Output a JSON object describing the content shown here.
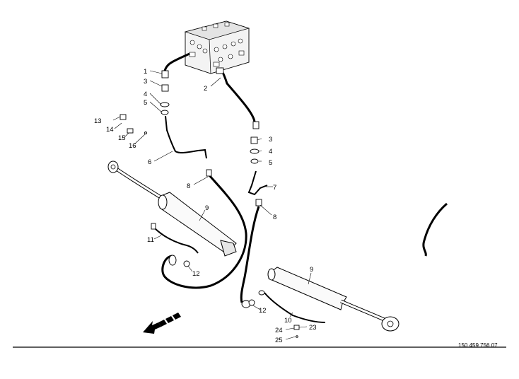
{
  "callouts": [
    "1",
    "2",
    "3",
    "3",
    "4",
    "4",
    "5",
    "5",
    "6",
    "7",
    "8",
    "8",
    "9",
    "9",
    "10",
    "11",
    "12",
    "12",
    "13",
    "14",
    "15",
    "16",
    "23",
    "24",
    "25"
  ],
  "document_code": "150 459 756 07",
  "icons": {
    "direction": "travel-direction-arrow-icon"
  }
}
